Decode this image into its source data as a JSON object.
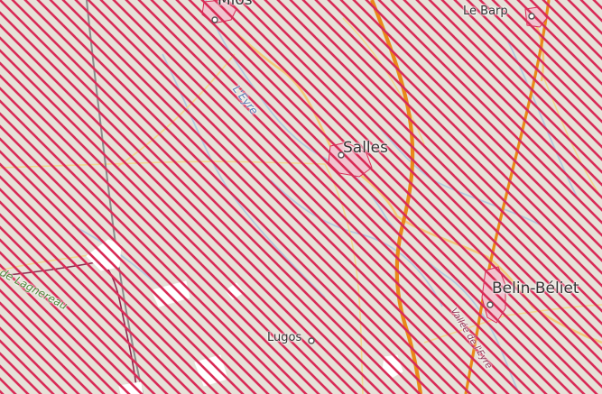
{
  "map": {
    "colors": {
      "land": "#e6e1d8",
      "hatch": "#d92b57",
      "primary_road": "#e8891a",
      "secondary_road": "#f2c77a",
      "minor_road": "#f0d58f",
      "water": "#b5c9dd",
      "boundary": "#8d2a4f",
      "rail": "#8c8c8c",
      "urban": "#f0c4cf"
    },
    "places": {
      "mios": "Mios",
      "le_barp": "Le Barp",
      "salles": "Salles",
      "belin_beliet": "Belin-Béliet",
      "lugos": "Lugos"
    },
    "features": {
      "river_leyre": "L'Eyre",
      "stream_lagnereau": "de Lagnereau",
      "valley_eyre": "Vallée de l'Eyre"
    }
  }
}
